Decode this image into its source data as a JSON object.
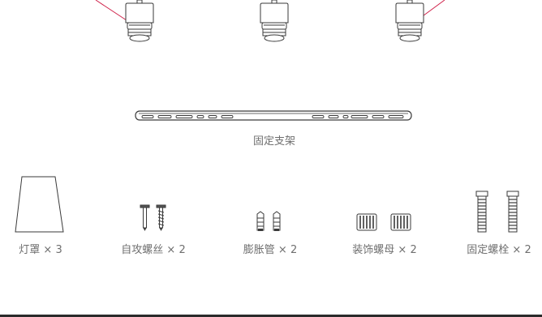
{
  "colors": {
    "stroke": "#3a3a3a",
    "accent": "#d0234b",
    "text": "#6f6f6f",
    "fill_light": "#eeeeee"
  },
  "bracket": {
    "label": "固定支架"
  },
  "parts": [
    {
      "label": "灯罩 × 3",
      "icon": "lamp-shade"
    },
    {
      "label": "自攻螺丝 × 2",
      "icon": "self-tapping-screws"
    },
    {
      "label": "膨胀管 × 2",
      "icon": "expansion-tubes"
    },
    {
      "label": "装饰螺母 × 2",
      "icon": "decorative-nuts"
    },
    {
      "label": "固定螺栓 × 2",
      "icon": "fixing-bolts"
    }
  ]
}
